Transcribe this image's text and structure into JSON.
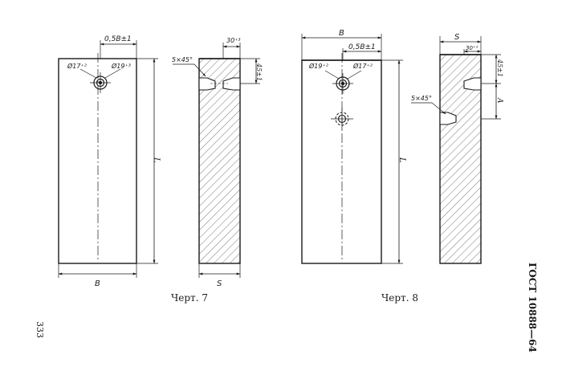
{
  "fig7": {
    "caption": "Черт. 7",
    "dim_half_b": "0,5B±1",
    "dim_b": "B",
    "dim_l": "L",
    "hole_left": "Ø17⁺²",
    "hole_right": "Ø19⁺³",
    "section_depth": "30⁺³",
    "chamfer": "5×45°",
    "section_height": "45±1",
    "dim_s": "S"
  },
  "fig8": {
    "caption": "Черт. 8",
    "dim_b": "B",
    "dim_half_b": "0,5B±1",
    "dim_l": "L",
    "hole_left": "Ø19⁺²",
    "hole_right": "Ø17⁺²",
    "dim_s": "S",
    "section_depth": "30⁺²",
    "section_height": "45±1",
    "dim_a": "A",
    "chamfer": "5×45°"
  },
  "page_number": "333",
  "standard": "ГОСТ 10888—64",
  "colors": {
    "ink": "#1a1a1a",
    "paper": "#ffffff"
  }
}
